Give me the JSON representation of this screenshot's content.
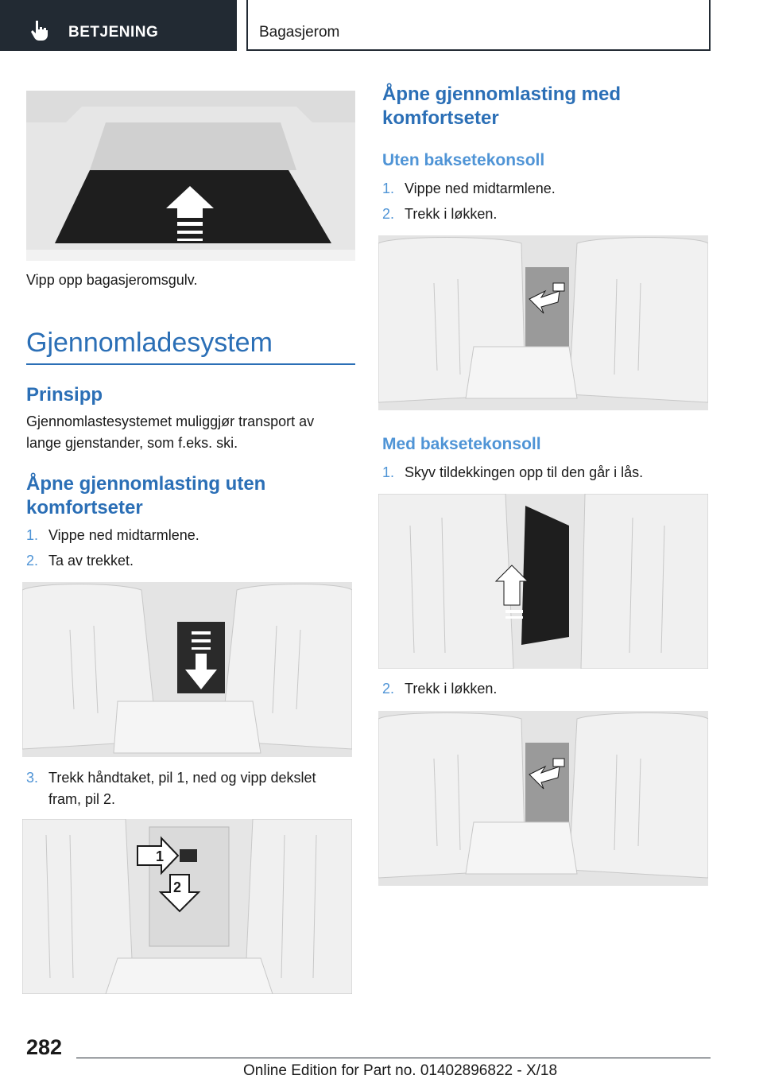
{
  "header": {
    "section": "BETJENING",
    "chapter": "Bagasjerom"
  },
  "left": {
    "caption_trunk": "Vipp opp bagasjeromsgulv.",
    "h1": "Gjennomladesystem",
    "h2_principle": "Prinsipp",
    "principle_text_1": "Gjennomlastesystemet muliggjør transport av",
    "principle_text_2": "lange gjenstander, som f.eks. ski.",
    "h2_without_1": "Åpne gjennomlasting uten",
    "h2_without_2": "komfortseter",
    "steps_a": [
      {
        "num": "1.",
        "text": "Vippe ned midtarmlene."
      },
      {
        "num": "2.",
        "text": "Ta av trekket."
      }
    ],
    "step3": {
      "num": "3.",
      "line1": "Trekk håndtaket, pil 1, ned og vipp dekslet",
      "line2": "fram, pil 2."
    },
    "arrow_label_1": "1",
    "arrow_label_2": "2"
  },
  "right": {
    "h2_with_1": "Åpne gjennomlasting med",
    "h2_with_2": "komfortseter",
    "h3_without_console": "Uten baksetekonsoll",
    "steps_b": [
      {
        "num": "1.",
        "text": "Vippe ned midtarmlene."
      },
      {
        "num": "2.",
        "text": "Trekk i løkken."
      }
    ],
    "h3_with_console": "Med baksetekonsoll",
    "steps_c1": {
      "num": "1.",
      "text": "Skyv tildekkingen opp til den går i lås."
    },
    "steps_c2": {
      "num": "2.",
      "text": "Trekk i løkken."
    }
  },
  "footer": {
    "page_number": "282",
    "edition": "Online Edition for Part no. 01402896822 - X/18"
  }
}
